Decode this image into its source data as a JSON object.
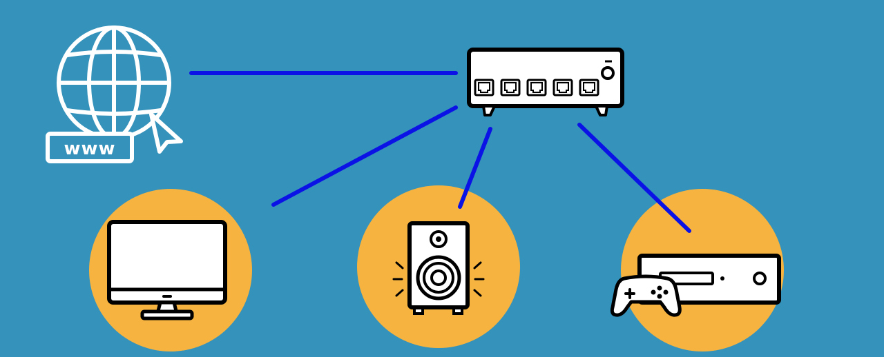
{
  "colors": {
    "background": "#3592BB",
    "connection": "#0A12E6",
    "device_circle": "#F6B33F",
    "icon_white": "#FFFFFF",
    "icon_black": "#000000"
  },
  "icons": {
    "internet": "globe-www-cursor-icon",
    "hub": "ethernet-switch-icon",
    "computer": "monitor-icon",
    "audio": "speaker-icon",
    "console": "game-console-icon"
  },
  "internet": {
    "www_label": "www"
  },
  "hub": {
    "port_count": 5
  },
  "connections": [
    {
      "from": "internet",
      "to": "switch"
    },
    {
      "from": "switch",
      "to": "monitor"
    },
    {
      "from": "switch",
      "to": "speaker"
    },
    {
      "from": "switch",
      "to": "game-console"
    }
  ]
}
